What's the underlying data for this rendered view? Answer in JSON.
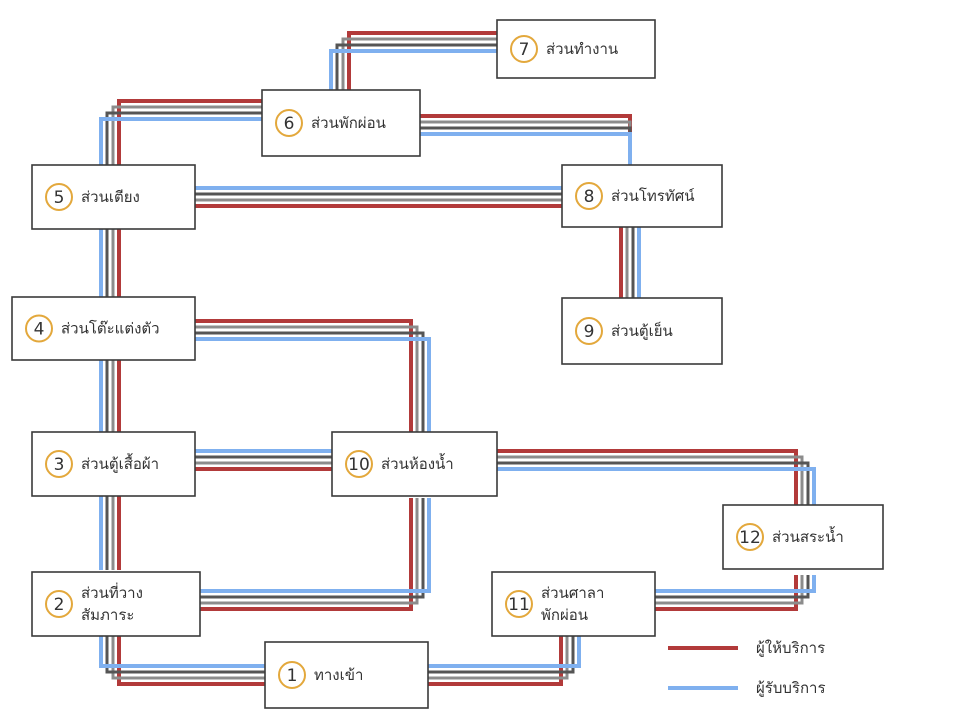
{
  "colors": {
    "provider": "#b23a3a",
    "receiver": "#7fb0ef",
    "middle": "#555555",
    "badge_ring": "#e3a83c"
  },
  "nodes": [
    {
      "id": "n1",
      "number": "1",
      "label": [
        "ทางเข้า"
      ]
    },
    {
      "id": "n2",
      "number": "2",
      "label": [
        "ส่วนที่วาง",
        "สัมภาระ"
      ]
    },
    {
      "id": "n3",
      "number": "3",
      "label": [
        "ส่วนตู้เสื้อผ้า"
      ]
    },
    {
      "id": "n4",
      "number": "4",
      "label": [
        "ส่วนโต๊ะแต่งตัว"
      ]
    },
    {
      "id": "n5",
      "number": "5",
      "label": [
        "ส่วนเตียง"
      ]
    },
    {
      "id": "n6",
      "number": "6",
      "label": [
        "ส่วนพักผ่อน"
      ]
    },
    {
      "id": "n7",
      "number": "7",
      "label": [
        "ส่วนทำงาน"
      ]
    },
    {
      "id": "n8",
      "number": "8",
      "label": [
        "ส่วนโทรทัศน์"
      ]
    },
    {
      "id": "n9",
      "number": "9",
      "label": [
        "ส่วนตู้เย็น"
      ]
    },
    {
      "id": "n10",
      "number": "10",
      "label": [
        "ส่วนห้องน้ำ"
      ]
    },
    {
      "id": "n11",
      "number": "11",
      "label": [
        "ส่วนศาลา",
        "พักผ่อน"
      ]
    },
    {
      "id": "n12",
      "number": "12",
      "label": [
        "ส่วนสระน้ำ"
      ]
    }
  ],
  "legend": [
    {
      "label": "ผู้ให้บริการ",
      "color_key": "provider"
    },
    {
      "label": "ผู้รับบริการ",
      "color_key": "receiver"
    }
  ]
}
